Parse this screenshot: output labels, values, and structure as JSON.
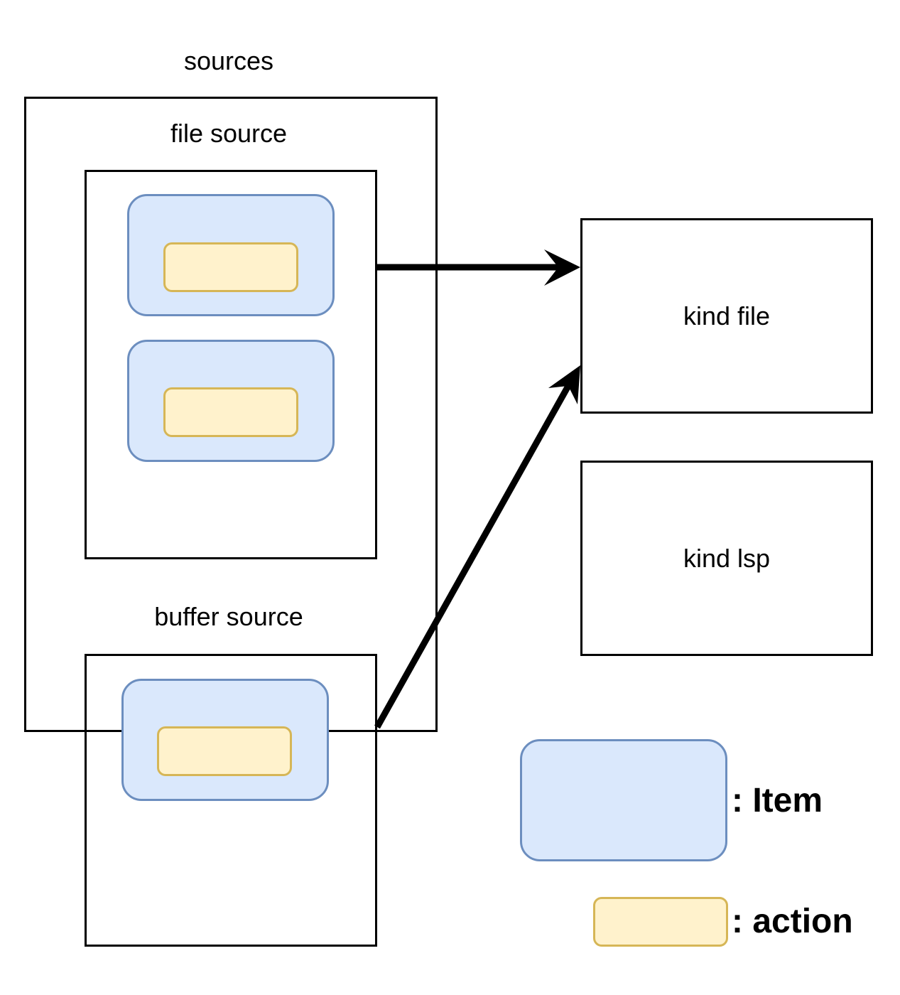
{
  "groups": {
    "sources_label": "sources",
    "file_source_label": "file source",
    "buffer_source_label": "buffer source"
  },
  "kinds": {
    "file_label": "kind file",
    "lsp_label": "kind lsp"
  },
  "legend": {
    "item_label": ": Item",
    "action_label": ": action"
  },
  "colors": {
    "item_fill": "#dae8fc",
    "item_stroke": "#6c8ebf",
    "action_fill": "#fff2cc",
    "action_stroke": "#d6b656",
    "line": "#000000"
  }
}
